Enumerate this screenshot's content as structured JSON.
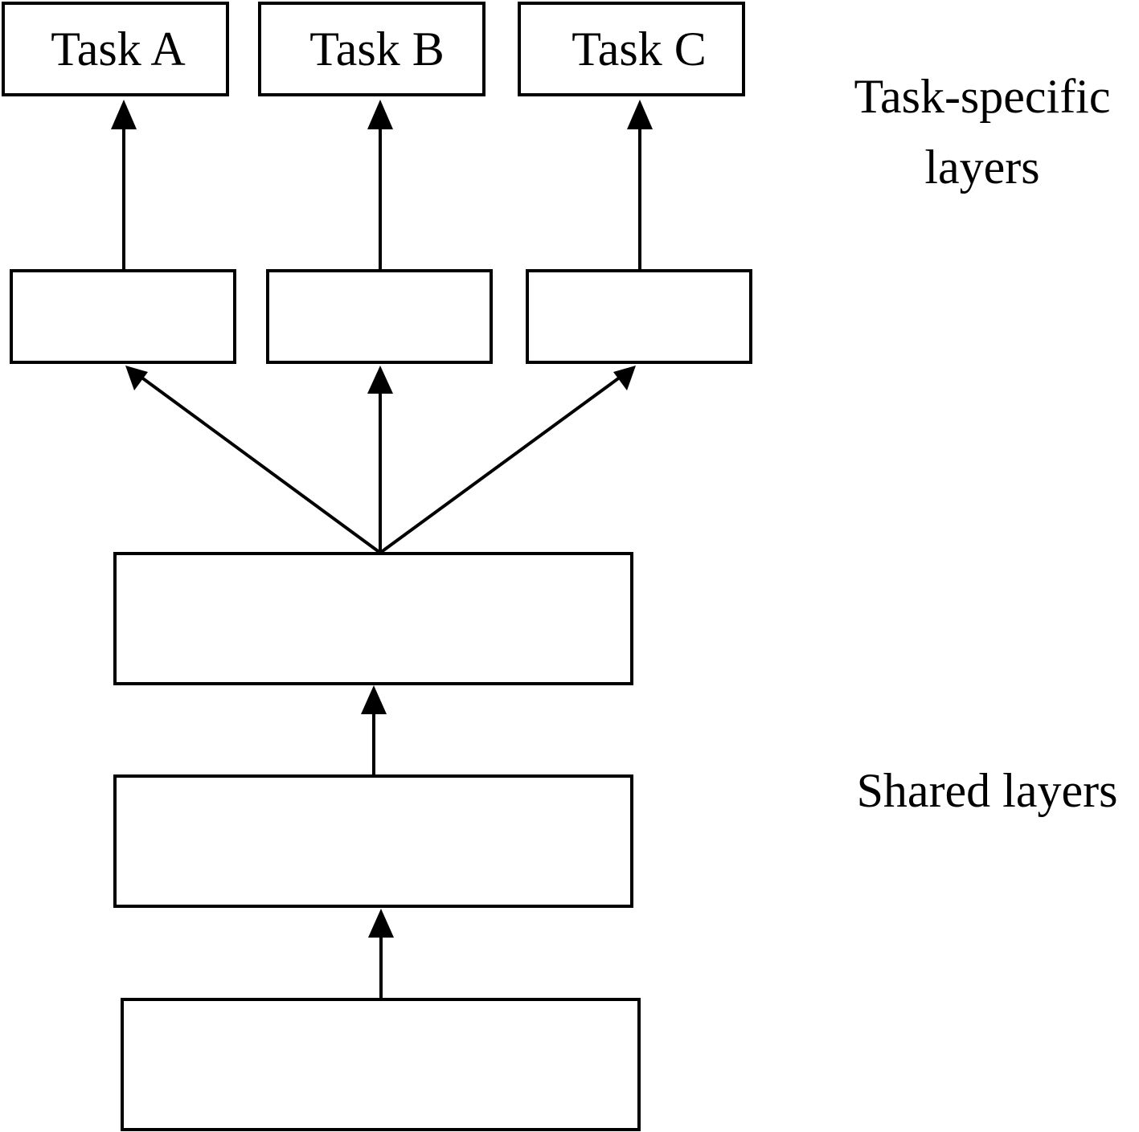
{
  "tasks": {
    "a": "Task A",
    "b": "Task B",
    "c": "Task C"
  },
  "annotations": {
    "task_specific_line1": "Task-specific",
    "task_specific_line2": "layers",
    "shared": "Shared layers"
  },
  "colors": {
    "stroke": "#000000",
    "background": "#ffffff"
  }
}
